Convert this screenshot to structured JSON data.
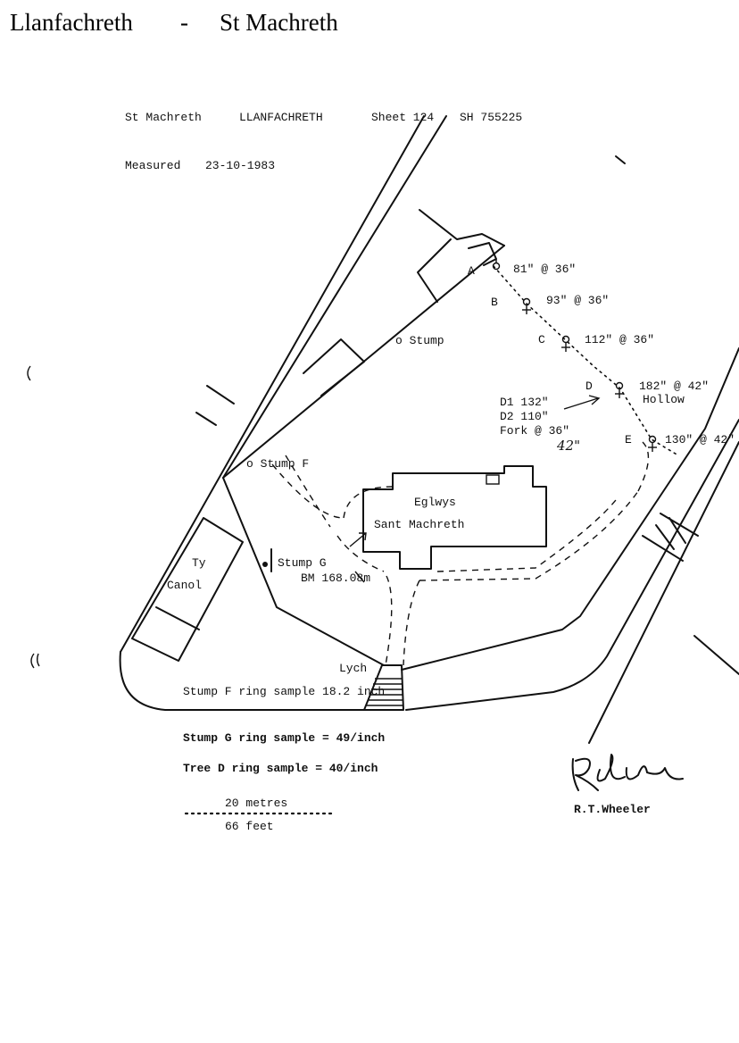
{
  "header": {
    "place": "Llanfachreth",
    "dash": "-",
    "church": "St Machreth"
  },
  "survey": {
    "title_left": "St Machreth",
    "title_place": "LLANFACHRETH",
    "sheet": "Sheet 124",
    "grid_ref": "SH 755225",
    "measured_label": "Measured",
    "measured_date": "23-10-1983"
  },
  "trees": [
    {
      "letter": "A",
      "measure": "81\" @ 36\""
    },
    {
      "letter": "B",
      "measure": "93\" @ 36\""
    },
    {
      "letter": "C",
      "measure": "112\" @ 36\""
    },
    {
      "letter": "D",
      "measure": "182\" @ 42\"",
      "note": "Hollow"
    },
    {
      "letter": "E",
      "measure": "130\" @ 42\""
    }
  ],
  "tree_d_detail": {
    "d1": "D1  132\"",
    "d2": "D2  110\"",
    "fork": "Fork @ 36\"",
    "fork_corrected": "42\""
  },
  "labels": {
    "stump": "o Stump",
    "stump_f": "o Stump F",
    "stump_g": "Stump G",
    "bm": "BM 168.08m",
    "church_line1": "Eglwys",
    "church_line2": "Sant Machreth",
    "ty": "Ty",
    "canol": "Canol",
    "lych": "Lych"
  },
  "samples": {
    "f": "Stump F ring sample 18.2 inch",
    "g": "Stump G ring sample = 49/inch",
    "d": "Tree D ring sample = 40/inch"
  },
  "scale": {
    "metres": "20 metres",
    "feet": "66 feet"
  },
  "signature": {
    "name": "R.T.Wheeler"
  }
}
